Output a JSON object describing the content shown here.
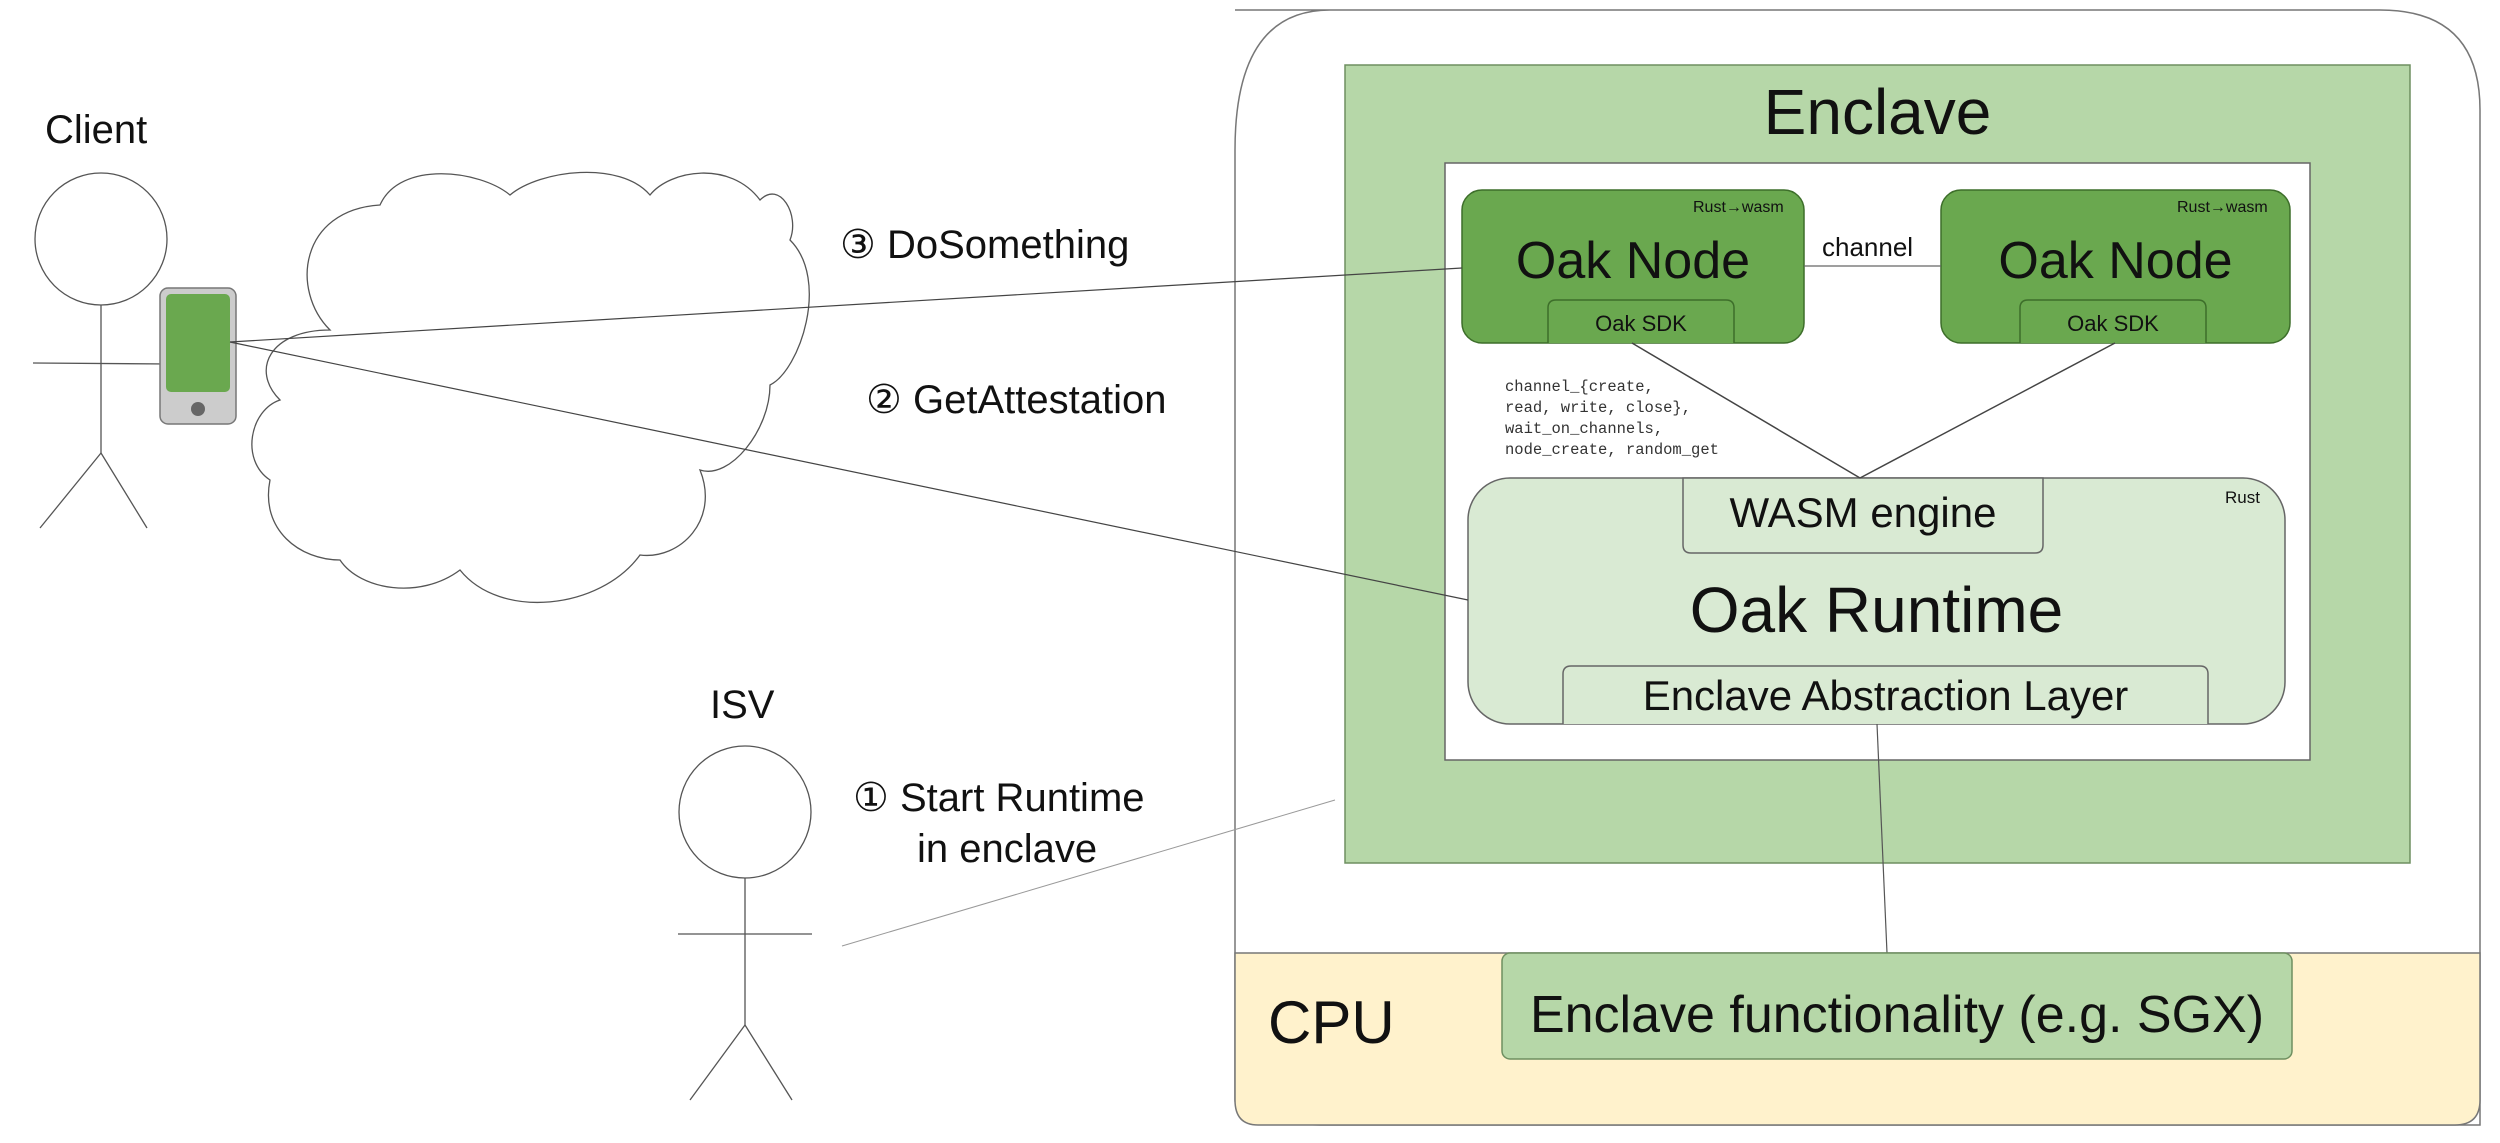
{
  "actors": {
    "client": "Client",
    "isv": "ISV"
  },
  "steps": {
    "do_something": "③ DoSomething",
    "get_attestation": "② GetAttestation",
    "start_runtime_line1": "① Start Runtime",
    "start_runtime_line2": "in enclave"
  },
  "enclave": {
    "title": "Enclave",
    "oak_node_1": {
      "title": "Oak Node",
      "sdk": "Oak SDK",
      "lang": "Rust→wasm"
    },
    "oak_node_2": {
      "title": "Oak Node",
      "sdk": "Oak SDK",
      "lang": "Rust→wasm"
    },
    "channel_label": "channel",
    "abi_calls": "channel_{create,\nread, write, close},\nwait_on_channels,\nnode_create, random_get",
    "runtime": {
      "title": "Oak Runtime",
      "lang": "Rust",
      "wasm_engine": "WASM engine",
      "eal": "Enclave Abstraction Layer"
    }
  },
  "cpu": {
    "title": "CPU",
    "functionality": "Enclave functionality (e.g. SGX)"
  },
  "colors": {
    "enclave_bg": "#b6d7a8",
    "oak_node": "#6aa84f",
    "runtime_bg": "#d9ead3",
    "cpu_bg": "#fff2cc",
    "phone_screen": "#6aa84f",
    "phone_body": "#cccccc"
  }
}
